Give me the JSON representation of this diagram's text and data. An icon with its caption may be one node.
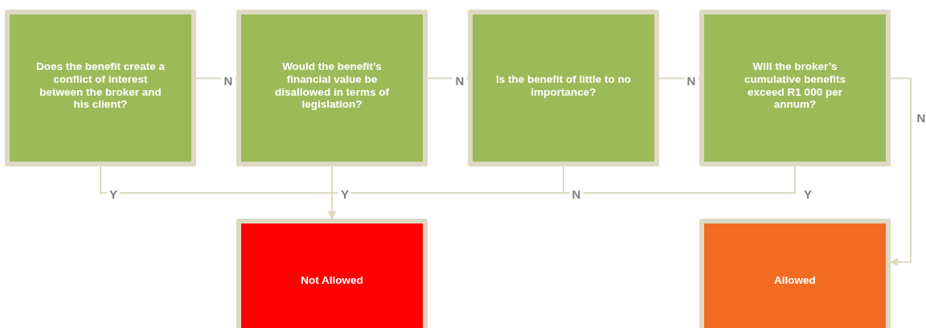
{
  "diagram": {
    "nodes": [
      {
        "text": [
          "Does the benefit create a conflict of interest between the broker and his client?"
        ]
      },
      {
        "text": [
          "Would the benefit’s financial value be disallowed in terms of legislation?"
        ]
      },
      {
        "text": [
          "Is the benefit of little to no importance?"
        ]
      },
      {
        "text": [
          "Will the broker’s cumulative benefits exceed R1 000 per annum?"
        ]
      },
      {
        "text": [
          "Not Allowed"
        ]
      },
      {
        "text": [
          "Allowed"
        ]
      }
    ],
    "edges": [
      {
        "from": 0,
        "to": 1,
        "arrow": "to",
        "label": "N"
      },
      {
        "from": 1,
        "to": 2,
        "arrow": "to",
        "label": "N"
      },
      {
        "from": 2,
        "to": 3,
        "arrow": "to",
        "label": "N"
      },
      {
        "from": 3,
        "to": 5,
        "arrow": "to",
        "label": "N"
      },
      {
        "from": 0,
        "to": 4,
        "arrow": "to",
        "label": "Y"
      },
      {
        "from": 1,
        "to": 4,
        "arrow": "to",
        "label": "Y"
      },
      {
        "from": 2,
        "to": 4,
        "arrow": "to",
        "label": "N"
      },
      {
        "from": 3,
        "to": 4,
        "arrow": "to",
        "label": "Y"
      }
    ]
  }
}
